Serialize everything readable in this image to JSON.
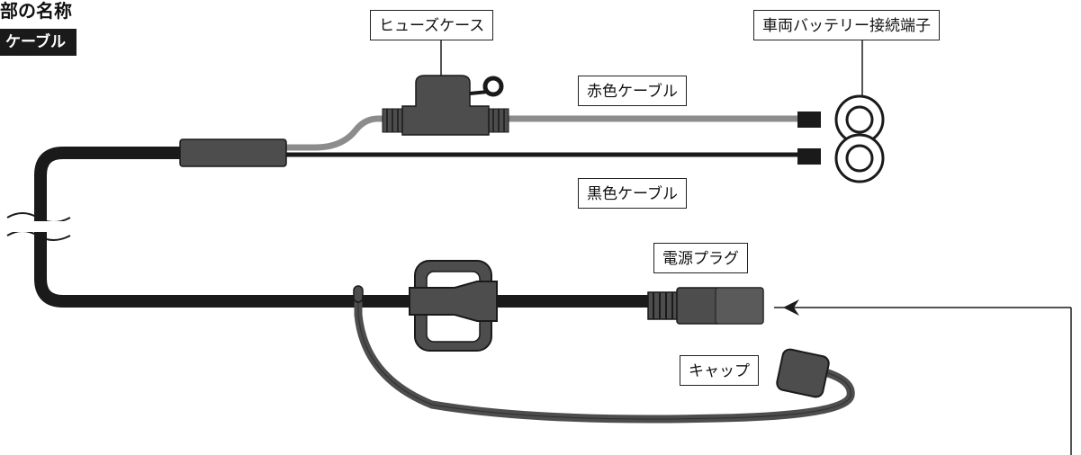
{
  "heading": "部の名称",
  "subheading": "ケーブル",
  "labels": {
    "fuse_case": "ヒューズケース",
    "battery_terminal": "車両バッテリー接続端子",
    "red_cable": "赤色ケーブル",
    "black_cable": "黒色ケーブル",
    "power_plug": "電源プラグ",
    "cap": "キャップ"
  },
  "colors": {
    "black_cable": "#1a1a1a",
    "red_cable": "#8c8c8c",
    "component": "#4d4d4d",
    "outline": "#1a1a1a"
  }
}
